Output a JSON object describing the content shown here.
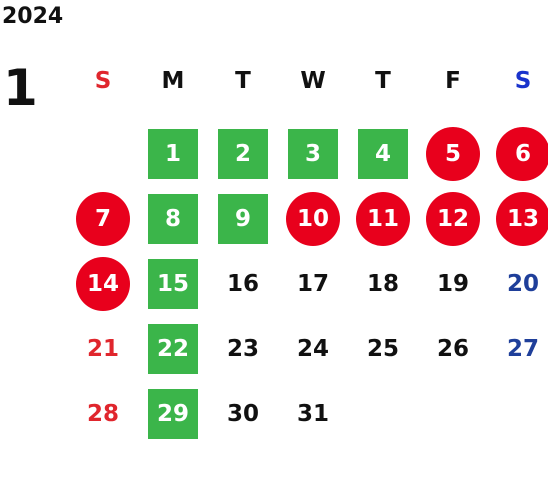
{
  "year": "2024",
  "month": "1",
  "colors": {
    "green": "#3bb54a",
    "red": "#e8001c",
    "sunday": "#e0262d",
    "saturday": "#1f3f9a",
    "sunday_header": "#e0262d",
    "saturday_header": "#1a33cc"
  },
  "weekdays": [
    {
      "label": "S",
      "kind": "sun"
    },
    {
      "label": "M",
      "kind": "normal"
    },
    {
      "label": "T",
      "kind": "normal"
    },
    {
      "label": "W",
      "kind": "normal"
    },
    {
      "label": "T",
      "kind": "normal"
    },
    {
      "label": "F",
      "kind": "normal"
    },
    {
      "label": "S",
      "kind": "sat"
    }
  ],
  "weeks": [
    [
      null,
      {
        "day": "1",
        "style": "green"
      },
      {
        "day": "2",
        "style": "green"
      },
      {
        "day": "3",
        "style": "green"
      },
      {
        "day": "4",
        "style": "green"
      },
      {
        "day": "5",
        "style": "red"
      },
      {
        "day": "6",
        "style": "red"
      }
    ],
    [
      {
        "day": "7",
        "style": "red"
      },
      {
        "day": "8",
        "style": "green"
      },
      {
        "day": "9",
        "style": "green"
      },
      {
        "day": "10",
        "style": "red"
      },
      {
        "day": "11",
        "style": "red"
      },
      {
        "day": "12",
        "style": "red"
      },
      {
        "day": "13",
        "style": "red"
      }
    ],
    [
      {
        "day": "14",
        "style": "red"
      },
      {
        "day": "15",
        "style": "green"
      },
      {
        "day": "16",
        "style": "plain"
      },
      {
        "day": "17",
        "style": "plain"
      },
      {
        "day": "18",
        "style": "plain"
      },
      {
        "day": "19",
        "style": "plain"
      },
      {
        "day": "20",
        "style": "sat"
      }
    ],
    [
      {
        "day": "21",
        "style": "sun"
      },
      {
        "day": "22",
        "style": "green"
      },
      {
        "day": "23",
        "style": "plain"
      },
      {
        "day": "24",
        "style": "plain"
      },
      {
        "day": "25",
        "style": "plain"
      },
      {
        "day": "26",
        "style": "plain"
      },
      {
        "day": "27",
        "style": "sat"
      }
    ],
    [
      {
        "day": "28",
        "style": "sun"
      },
      {
        "day": "29",
        "style": "green"
      },
      {
        "day": "30",
        "style": "plain"
      },
      {
        "day": "31",
        "style": "plain"
      },
      null,
      null,
      null
    ]
  ]
}
